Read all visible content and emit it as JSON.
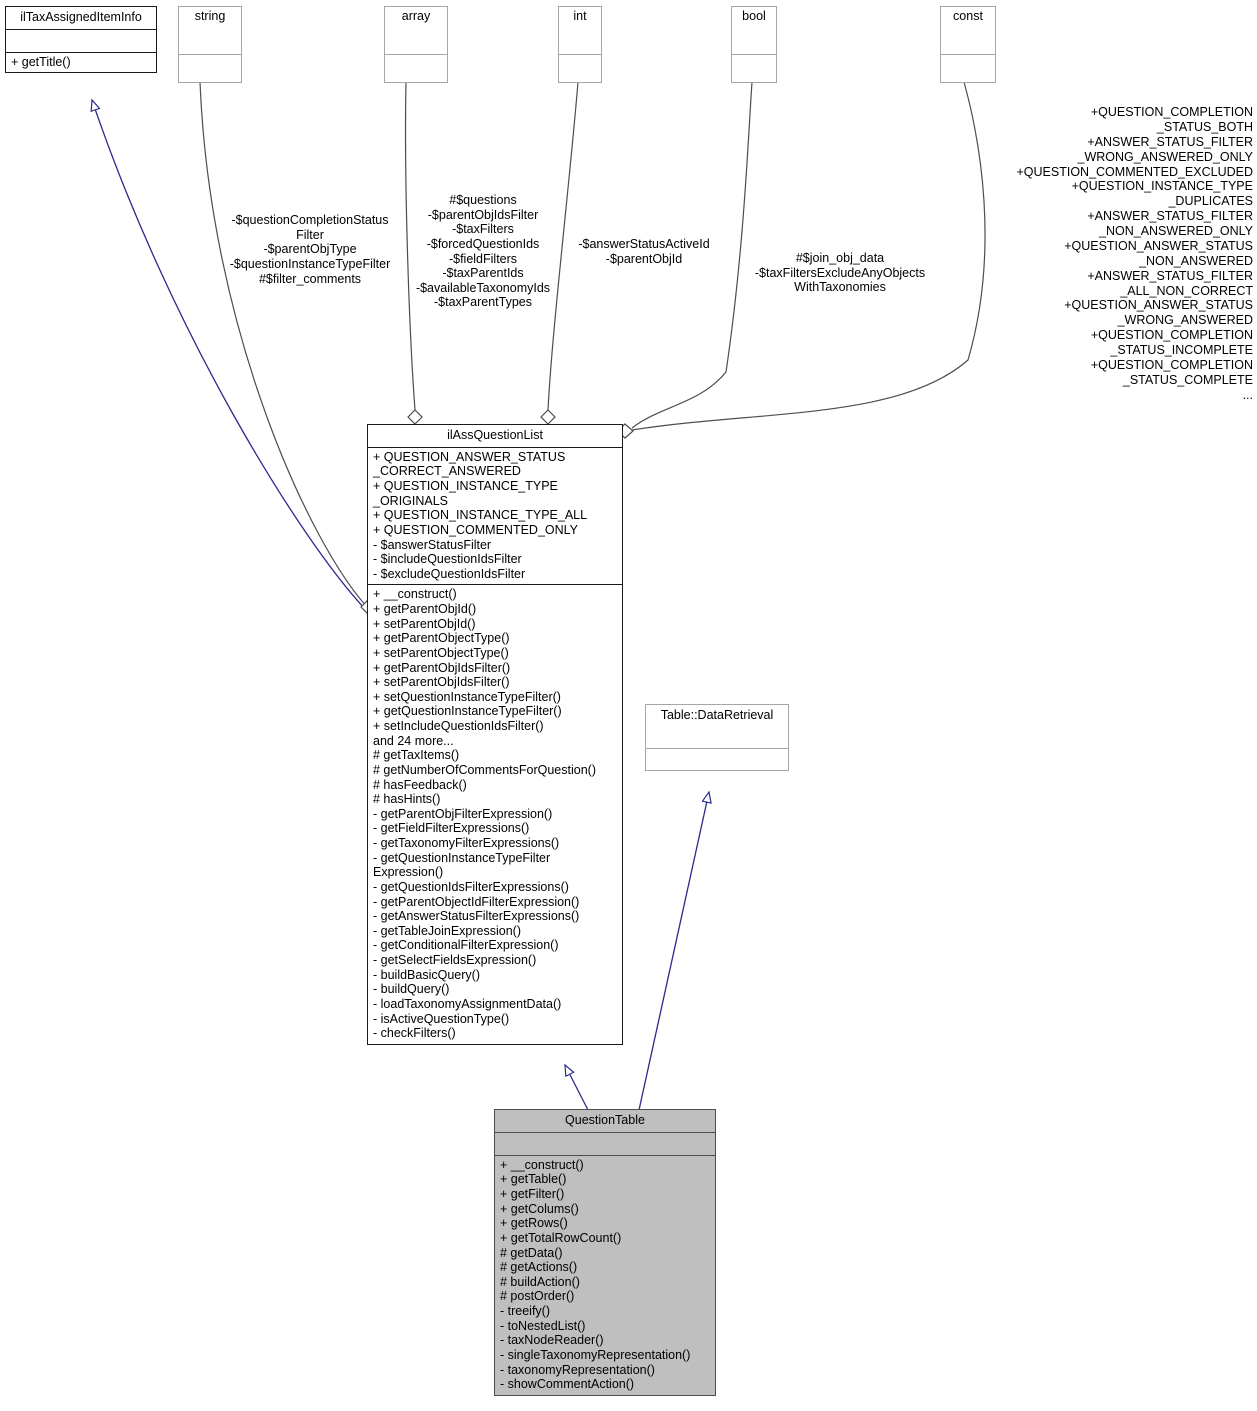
{
  "diagram": {
    "kind": "uml-class-diagram",
    "colors": {
      "background": "#ffffff",
      "box_border_light": "#a6a6a6",
      "box_border_strong": "#1a1a1a",
      "highlight_fill": "#bfbfbf",
      "inheritance_line": "#2a2a8c",
      "association_line": "#4d4d4d",
      "text": "#000000"
    }
  },
  "boxes": {
    "itax": {
      "title": "ilTaxAssignedItemInfo",
      "attributes": [],
      "operations": [
        "+ getTitle()"
      ]
    },
    "string": {
      "title": "string",
      "attributes": [],
      "operations": []
    },
    "array": {
      "title": "array",
      "attributes": [],
      "operations": []
    },
    "int": {
      "title": "int",
      "attributes": [],
      "operations": []
    },
    "bool": {
      "title": "bool",
      "attributes": [],
      "operations": []
    },
    "const": {
      "title": "const",
      "attributes": [],
      "operations": []
    },
    "datretrieval": {
      "title": "Table::DataRetrieval",
      "attributes": [],
      "operations": []
    },
    "questionlist": {
      "title": "ilAssQuestionList",
      "attributes": [
        "+ QUESTION_ANSWER_STATUS _CORRECT_ANSWERED",
        "+ QUESTION_INSTANCE_TYPE _ORIGINALS",
        "+ QUESTION_INSTANCE_TYPE_ALL",
        "+ QUESTION_COMMENTED_ONLY",
        "- $answerStatusFilter",
        "- $includeQuestionIdsFilter",
        "- $excludeQuestionIdsFilter"
      ],
      "operations": [
        "+ __construct()",
        "+ getParentObjId()",
        "+ setParentObjId()",
        "+ getParentObjectType()",
        "+ setParentObjectType()",
        "+ getParentObjIdsFilter()",
        "+ setParentObjIdsFilter()",
        "+ setQuestionInstanceTypeFilter()",
        "+ getQuestionInstanceTypeFilter()",
        "+ setIncludeQuestionIdsFilter()",
        "and 24 more...",
        "# getTaxItems()",
        "# getNumberOfCommentsForQuestion()",
        "# hasFeedback()",
        "# hasHints()",
        "- getParentObjFilterExpression()",
        "- getFieldFilterExpressions()",
        "- getTaxonomyFilterExpressions()",
        "- getQuestionInstanceTypeFilter Expression()",
        "- getQuestionIdsFilterExpressions()",
        "- getParentObjectIdFilterExpression()",
        "- getAnswerStatusFilterExpressions()",
        "- getTableJoinExpression()",
        "- getConditionalFilterExpression()",
        "- getSelectFieldsExpression()",
        "- buildBasicQuery()",
        "- buildQuery()",
        "- loadTaxonomyAssignmentData()",
        "- isActiveQuestionType()",
        "- checkFilters()"
      ]
    },
    "questiontable": {
      "title": "QuestionTable",
      "attributes": [],
      "operations": [
        "+ __construct()",
        "+ getTable()",
        "+ getFilter()",
        "+ getColums()",
        "+ getRows()",
        "+ getTotalRowCount()",
        "# getData()",
        "# getActions()",
        "# buildAction()",
        "# postOrder()",
        "- treeify()",
        "- toNestedList()",
        "- taxNodeReader()",
        "- singleTaxonomyRepresentation()",
        "- taxonomyRepresentation()",
        "- showCommentAction()"
      ]
    }
  },
  "edge_labels": {
    "string_members": "-$questionCompletionStatus\nFilter\n-$parentObjType\n-$questionInstanceTypeFilter\n#$filter_comments",
    "array_members": "#$questions\n-$parentObjIdsFilter\n-$taxFilters\n-$forcedQuestionIds\n-$fieldFilters\n-$taxParentIds\n-$availableTaxonomyIds\n-$taxParentTypes",
    "int_members": "-$answerStatusActiveId\n-$parentObjId",
    "bool_members": "#$join_obj_data\n-$taxFiltersExcludeAnyObjects\nWithTaxonomies",
    "const_members": "+QUESTION_COMPLETION\n_STATUS_BOTH\n+ANSWER_STATUS_FILTER\n_WRONG_ANSWERED_ONLY\n+QUESTION_COMMENTED_EXCLUDED\n+QUESTION_INSTANCE_TYPE\n_DUPLICATES\n+ANSWER_STATUS_FILTER\n_NON_ANSWERED_ONLY\n+QUESTION_ANSWER_STATUS\n_NON_ANSWERED\n+ANSWER_STATUS_FILTER\n_ALL_NON_CORRECT\n+QUESTION_ANSWER_STATUS\n_WRONG_ANSWERED\n+QUESTION_COMPLETION\n_STATUS_INCOMPLETE\n+QUESTION_COMPLETION\n_STATUS_COMPLETE\n..."
  }
}
